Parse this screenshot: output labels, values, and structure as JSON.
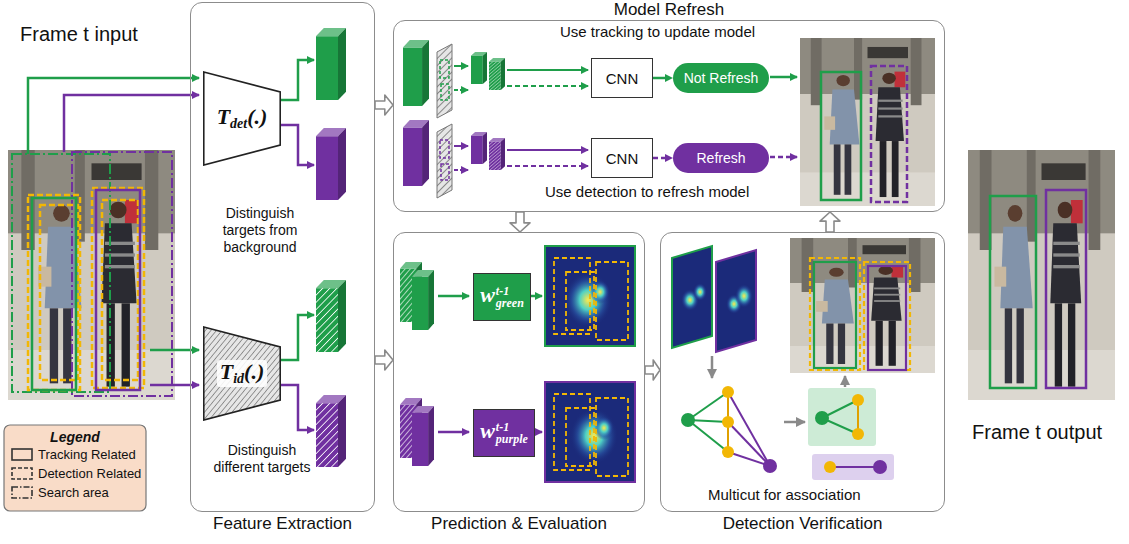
{
  "diagram": {
    "nodes": [
      {
        "text": [
          "Feature Extraction"
        ]
      },
      {
        "text": [
          "T",
          "det",
          "(.)"
        ],
        "in": 0
      },
      {
        "text": [
          "T",
          "id",
          "(.)"
        ],
        "in": 0
      },
      {
        "text": [
          "Model Refresh"
        ]
      },
      {
        "text": [
          "CNN"
        ],
        "in": 3
      },
      {
        "text": [
          "Not Refresh"
        ],
        "in": 3
      },
      {
        "text": [
          "CNN"
        ],
        "in": 3
      },
      {
        "text": [
          "Refresh"
        ],
        "in": 3
      },
      {
        "text": [
          "Prediction & Evaluation"
        ]
      },
      {
        "text": [
          "w",
          "t-1",
          "green"
        ],
        "in": 8
      },
      {
        "text": [
          "w",
          "t-1",
          "purple"
        ],
        "in": 8
      },
      {
        "text": [
          "Detection Verification"
        ]
      }
    ],
    "edges": [
      {
        "from": 0,
        "to": 3,
        "arrow": "to"
      },
      {
        "from": 0,
        "to": 8,
        "arrow": "to"
      },
      {
        "from": 3,
        "to": 8,
        "arrow": "to"
      },
      {
        "from": 8,
        "to": 11,
        "arrow": "to"
      },
      {
        "from": 11,
        "to": 3,
        "arrow": "to"
      },
      {
        "from": 4,
        "to": 5,
        "arrow": "to"
      },
      {
        "from": 6,
        "to": 7,
        "arrow": "to"
      }
    ],
    "labels": [
      "Frame t input",
      "Distinguish targets from background",
      "Distinguish different targets",
      "Use tracking to update model",
      "Use detection to refresh model",
      "Multicut for association",
      "Frame t output",
      "Legend"
    ],
    "legend": [
      {
        "text": "Tracking Related"
      },
      {
        "text": "Detection Related"
      },
      {
        "text": "Search area"
      }
    ]
  }
}
